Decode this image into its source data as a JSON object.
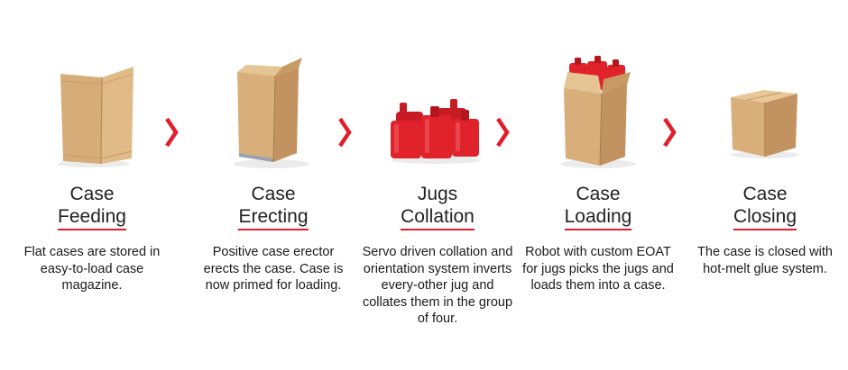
{
  "steps": [
    {
      "title_line1": "Case",
      "title_line2": "Feeding",
      "description": "Flat cases are stored in easy-to-load case magazine.",
      "illustration": "flat-case-icon"
    },
    {
      "title_line1": "Case",
      "title_line2": "Erecting",
      "description": "Positive case erector erects the case. Case is now primed for loading.",
      "illustration": "open-case-icon"
    },
    {
      "title_line1": "Jugs",
      "title_line2": "Collation",
      "description": "Servo driven collation and orientation system inverts every-other jug and collates them in the group of four.",
      "illustration": "red-jugs-icon"
    },
    {
      "title_line1": "Case",
      "title_line2": "Loading",
      "description": "Robot with custom EOAT for jugs picks the jugs and loads them into a case.",
      "illustration": "loaded-case-icon"
    },
    {
      "title_line1": "Case",
      "title_line2": "Closing",
      "description": "The case is closed with hot-melt glue system.",
      "illustration": "closed-case-icon"
    }
  ],
  "colors": {
    "accent": "#e31d2b",
    "cardboard": "#d9b27f",
    "cardboard_dark": "#b98a55",
    "jug_red": "#e0232b"
  }
}
